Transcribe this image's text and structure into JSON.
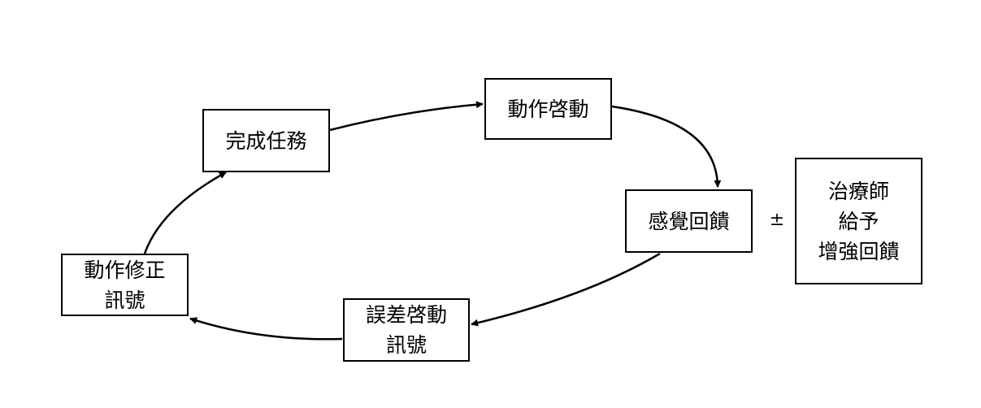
{
  "diagram": {
    "nodes": {
      "complete_task": {
        "lines": [
          "完成任務"
        ]
      },
      "action_start": {
        "lines": [
          "動作啓動"
        ]
      },
      "sensory_feedback": {
        "lines": [
          "感覺回饋"
        ]
      },
      "therapist_feedback": {
        "lines": [
          "治療師",
          "給予",
          "增強回饋"
        ]
      },
      "error_signal": {
        "lines": [
          "誤差啓動",
          "訊號"
        ]
      },
      "correction_signal": {
        "lines": [
          "動作修正",
          "訊號"
        ]
      }
    },
    "operator": "±",
    "edges": [
      {
        "from": "complete_task",
        "to": "action_start"
      },
      {
        "from": "action_start",
        "to": "sensory_feedback"
      },
      {
        "from": "sensory_feedback",
        "to": "error_signal"
      },
      {
        "from": "error_signal",
        "to": "correction_signal"
      },
      {
        "from": "correction_signal",
        "to": "complete_task"
      }
    ],
    "colors": {
      "line": "#000000",
      "background": "#ffffff"
    }
  }
}
